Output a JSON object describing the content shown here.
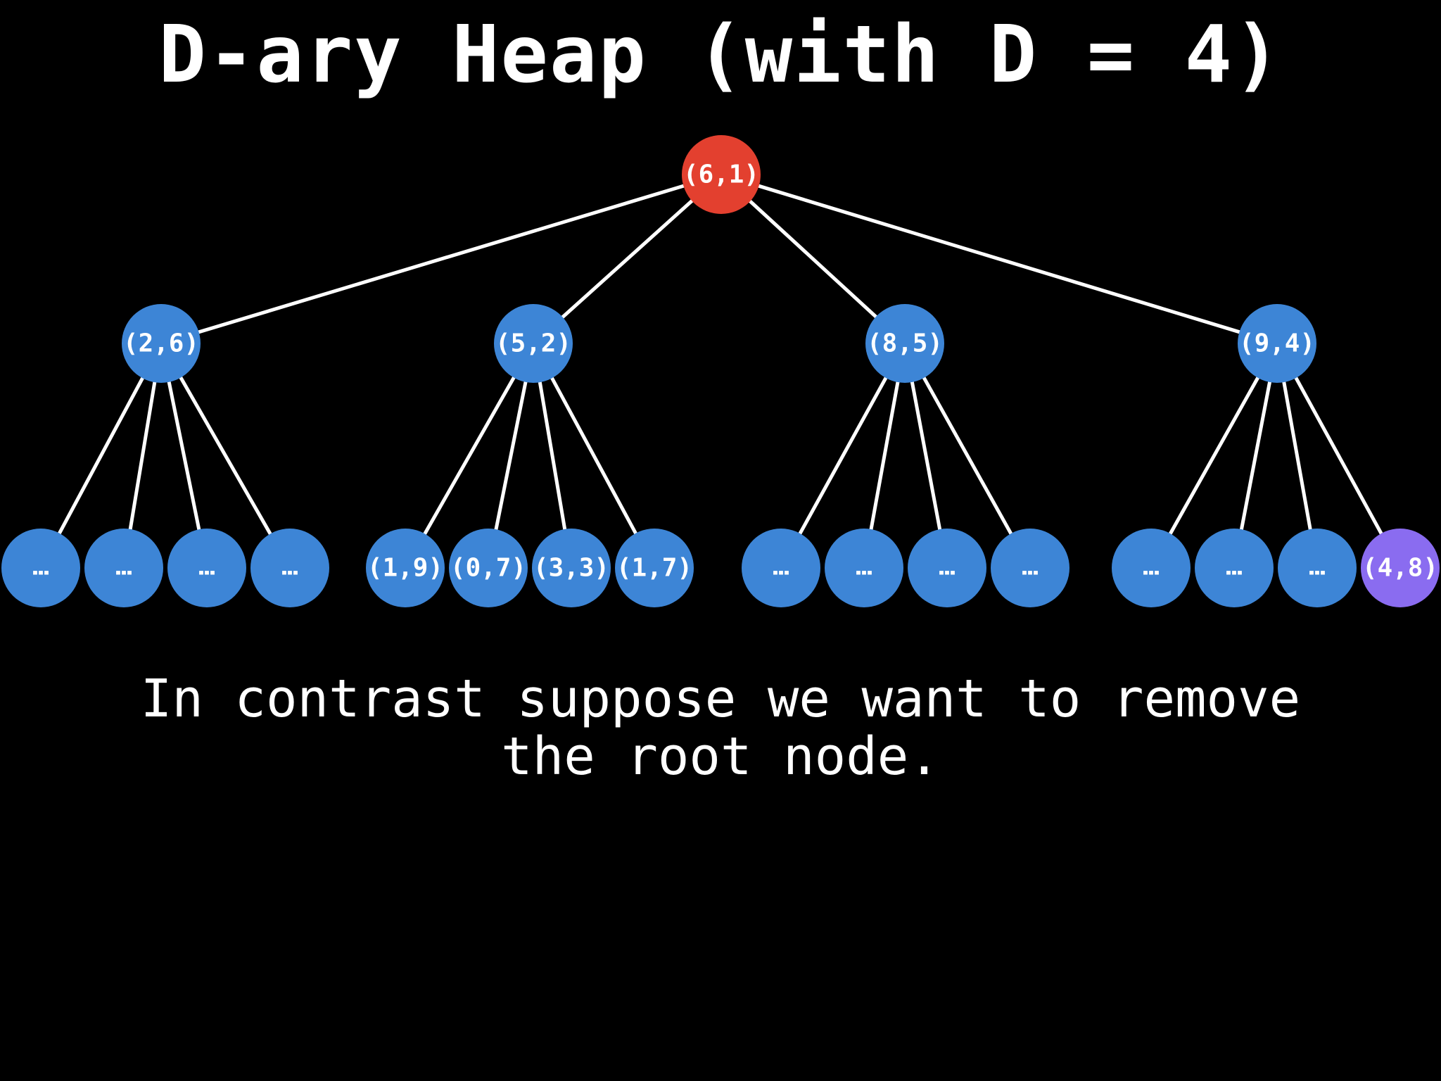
{
  "title": "D-ary Heap (with D = 4)",
  "caption": {
    "line1": "In contrast suppose we want to remove",
    "line2": "the root node."
  },
  "colors": {
    "background": "#000000",
    "text": "#ffffff",
    "edge": "#ffffff",
    "node_default": "#3d85d6",
    "node_root": "#e3402f",
    "node_last": "#8a6cf0"
  },
  "tree": {
    "root": {
      "label": "(6,1)",
      "state": "root"
    },
    "level1": [
      {
        "label": "(2,6)",
        "state": "default",
        "children": [
          {
            "label": "…",
            "state": "default"
          },
          {
            "label": "…",
            "state": "default"
          },
          {
            "label": "…",
            "state": "default"
          },
          {
            "label": "…",
            "state": "default"
          }
        ]
      },
      {
        "label": "(5,2)",
        "state": "default",
        "children": [
          {
            "label": "(1,9)",
            "state": "default"
          },
          {
            "label": "(0,7)",
            "state": "default"
          },
          {
            "label": "(3,3)",
            "state": "default"
          },
          {
            "label": "(1,7)",
            "state": "default"
          }
        ]
      },
      {
        "label": "(8,5)",
        "state": "default",
        "children": [
          {
            "label": "…",
            "state": "default"
          },
          {
            "label": "…",
            "state": "default"
          },
          {
            "label": "…",
            "state": "default"
          },
          {
            "label": "…",
            "state": "default"
          }
        ]
      },
      {
        "label": "(9,4)",
        "state": "default",
        "children": [
          {
            "label": "…",
            "state": "default"
          },
          {
            "label": "…",
            "state": "default"
          },
          {
            "label": "…",
            "state": "default"
          },
          {
            "label": "(4,8)",
            "state": "last"
          }
        ]
      }
    ]
  }
}
